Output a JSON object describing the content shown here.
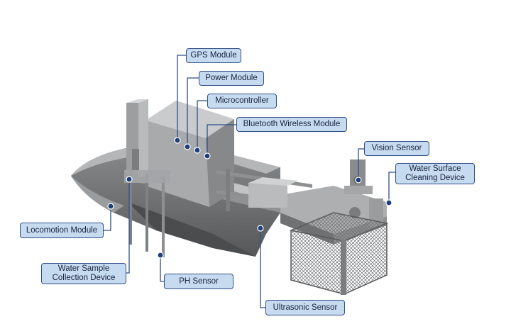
{
  "labels": {
    "gps": "GPS Module",
    "power": "Power Module",
    "microcontroller": "Microcontroller",
    "bluetooth": "Bluetooth Wireless Module",
    "vision": "Vision Sensor",
    "cleaning": "Water Surface Cleaning Device",
    "locomotion": "Locomotion Module",
    "sample": "Water Sample Collection Device",
    "ph": "PH Sensor",
    "ultrasonic": "Ultrasonic Sensor"
  },
  "colors": {
    "label_fill": "#c6daf0",
    "label_border": "#2f4f86",
    "leader_line": "#2f4f86",
    "marker": "#1f3f7a"
  }
}
